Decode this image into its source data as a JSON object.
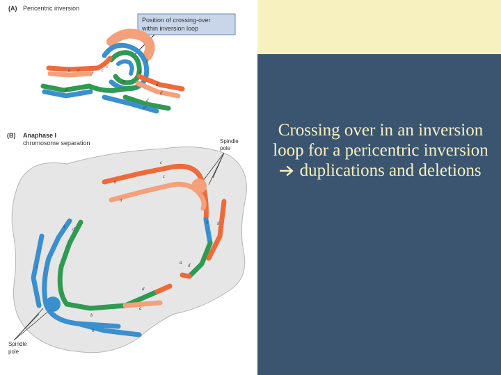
{
  "figure": {
    "panel_a": {
      "letter": "(A)",
      "title": "Pericentric inversion"
    },
    "callout": {
      "line1": "Position of crossing-over",
      "line2": "within inversion loop"
    },
    "panel_b": {
      "letter": "(B)",
      "title_line1": "Anaphase I",
      "title_line2": "chromosome separation"
    },
    "spindle_top": {
      "line1": "Spindle",
      "line2": "pole"
    },
    "spindle_bottom": {
      "line1": "Spindle",
      "line2": "pole"
    },
    "gene_labels": {
      "a": "a",
      "b": "b",
      "c": "c",
      "d": "d"
    }
  },
  "caption": {
    "text_before_arrow": "Crossing over in an inversion loop for a pericentric inversion",
    "arrow_icon": "right-arrow-icon",
    "text_after_arrow": "duplications and deletions"
  },
  "colors": {
    "cream": "#f7f1c0",
    "navy": "#3b5570",
    "caption_text": "#f7f1c0",
    "chromosome_orange": "#ef6a3a",
    "chromosome_salmon": "#f4a07a",
    "chromosome_blue": "#3a8fcf",
    "chromosome_green": "#2f9a52",
    "cell_fill": "#e6e6e6"
  }
}
